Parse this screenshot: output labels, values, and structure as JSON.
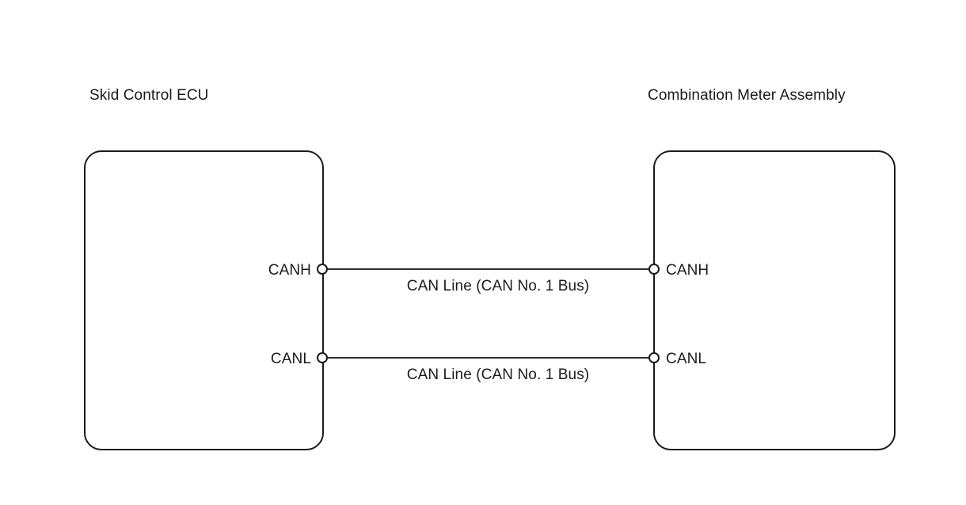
{
  "diagram": {
    "type": "can-bus-wiring-diagram",
    "background_color": "#ffffff",
    "line_color": "#303030",
    "box_border_color": "#1b1b1b",
    "text_color": "#1b1b1b",
    "nodes": [
      {
        "id": "skid-control-ecu",
        "title": "Skid Control ECU",
        "side": "left",
        "pins": [
          {
            "id": "canh",
            "label": "CANH"
          },
          {
            "id": "canl",
            "label": "CANL"
          }
        ]
      },
      {
        "id": "combination-meter-assembly",
        "title": "Combination Meter Assembly",
        "side": "right",
        "pins": [
          {
            "id": "canh",
            "label": "CANH"
          },
          {
            "id": "canl",
            "label": "CANL"
          }
        ]
      }
    ],
    "connections": [
      {
        "id": "canh-line",
        "label": "CAN Line (CAN No. 1 Bus)",
        "from": "CANH",
        "to": "CANH"
      },
      {
        "id": "canl-line",
        "label": "CAN Line (CAN No. 1 Bus)",
        "from": "CANL",
        "to": "CANL"
      }
    ]
  }
}
